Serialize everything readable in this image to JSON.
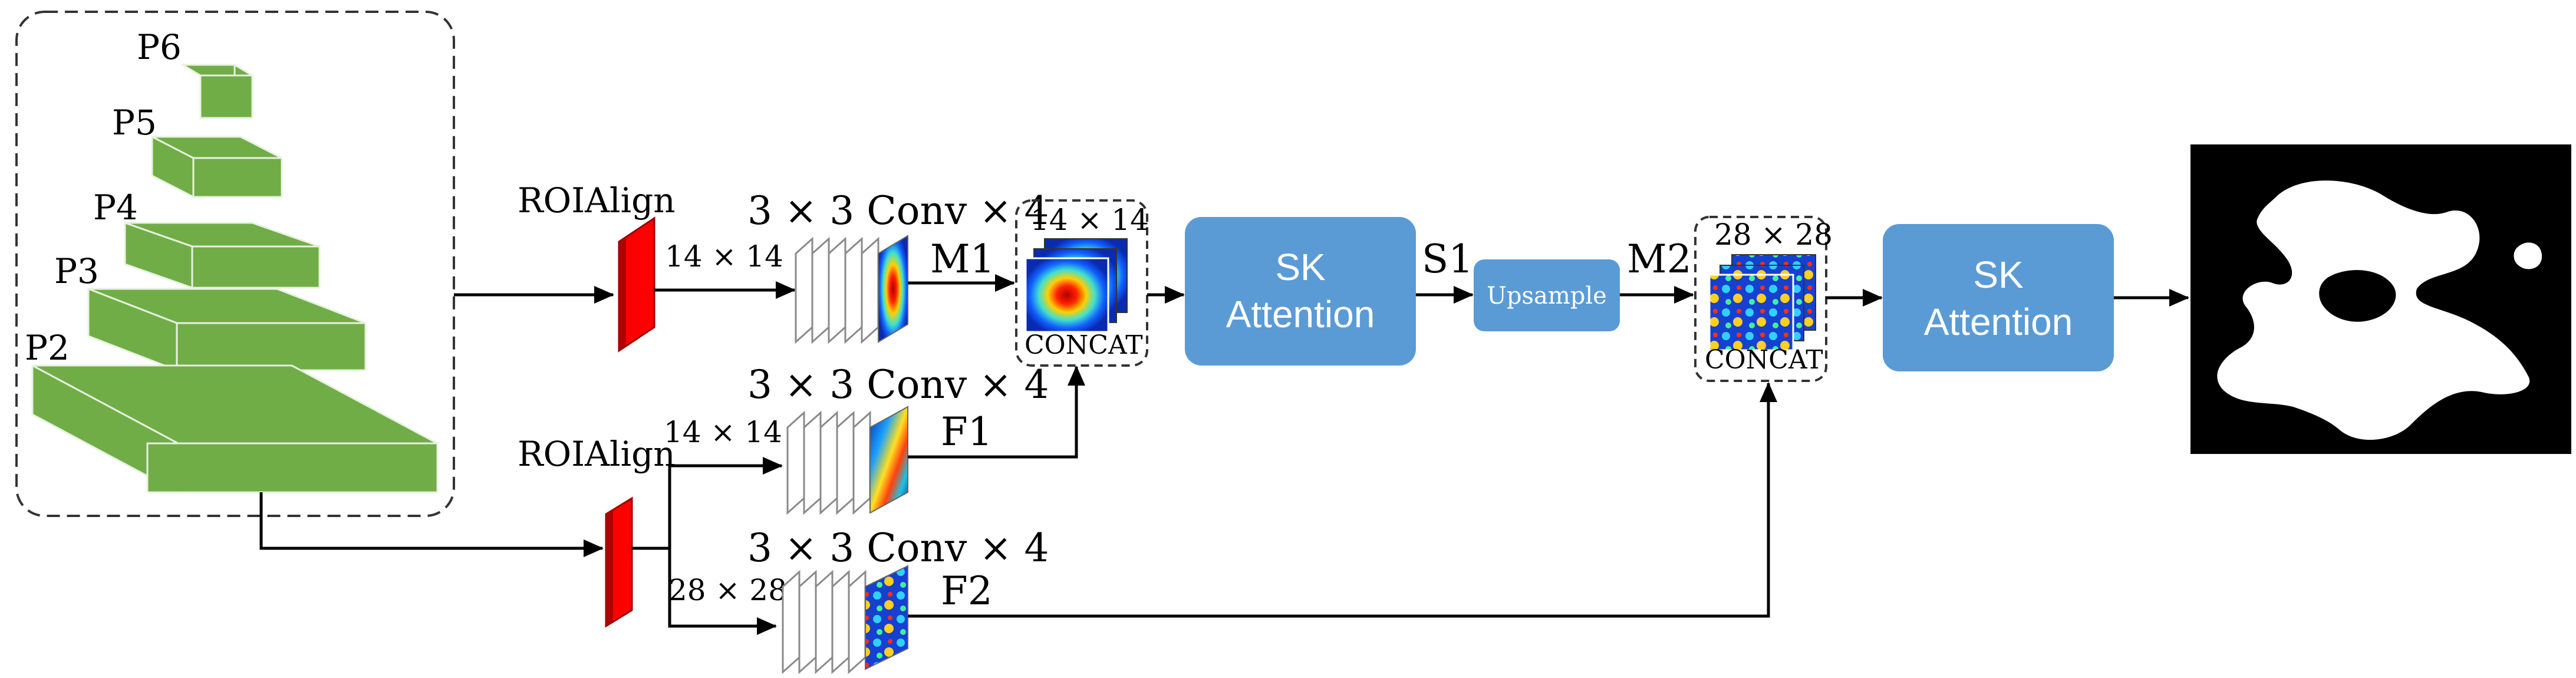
{
  "pyramid": {
    "levels": [
      {
        "label": "P6"
      },
      {
        "label": "P5"
      },
      {
        "label": "P4"
      },
      {
        "label": "P3"
      },
      {
        "label": "P2"
      }
    ]
  },
  "roialign": {
    "top_label": "ROIAlign",
    "bottom_label": "ROIAlign"
  },
  "sizes": {
    "top_roi_out": "14 × 14",
    "bottom_roi_out_a": "14 × 14",
    "bottom_roi_out_b": "28 × 28",
    "concat1": "14 × 14",
    "concat2": "28 × 28"
  },
  "conv": {
    "m1_label": "3 × 3  Conv × 4",
    "f1_label": "3 × 3  Conv × 4",
    "f2_label": "3 × 3  Conv × 4"
  },
  "outputs": {
    "m1": "M1",
    "f1": "F1",
    "f2": "F2",
    "s1": "S1",
    "m2": "M2"
  },
  "concat": {
    "label1": "CONCAT",
    "label2": "CONCAT"
  },
  "blocks": {
    "sk1": {
      "line1": "SK",
      "line2": "Attention"
    },
    "upsample": "Upsample",
    "sk2": {
      "line1": "SK",
      "line2": "Attention"
    }
  },
  "colors": {
    "pyramid_green": "#70ad47",
    "roi_red": "#ff0000",
    "block_blue": "#5b9bd5",
    "mask_bg": "#000000",
    "mask_fg": "#ffffff"
  }
}
